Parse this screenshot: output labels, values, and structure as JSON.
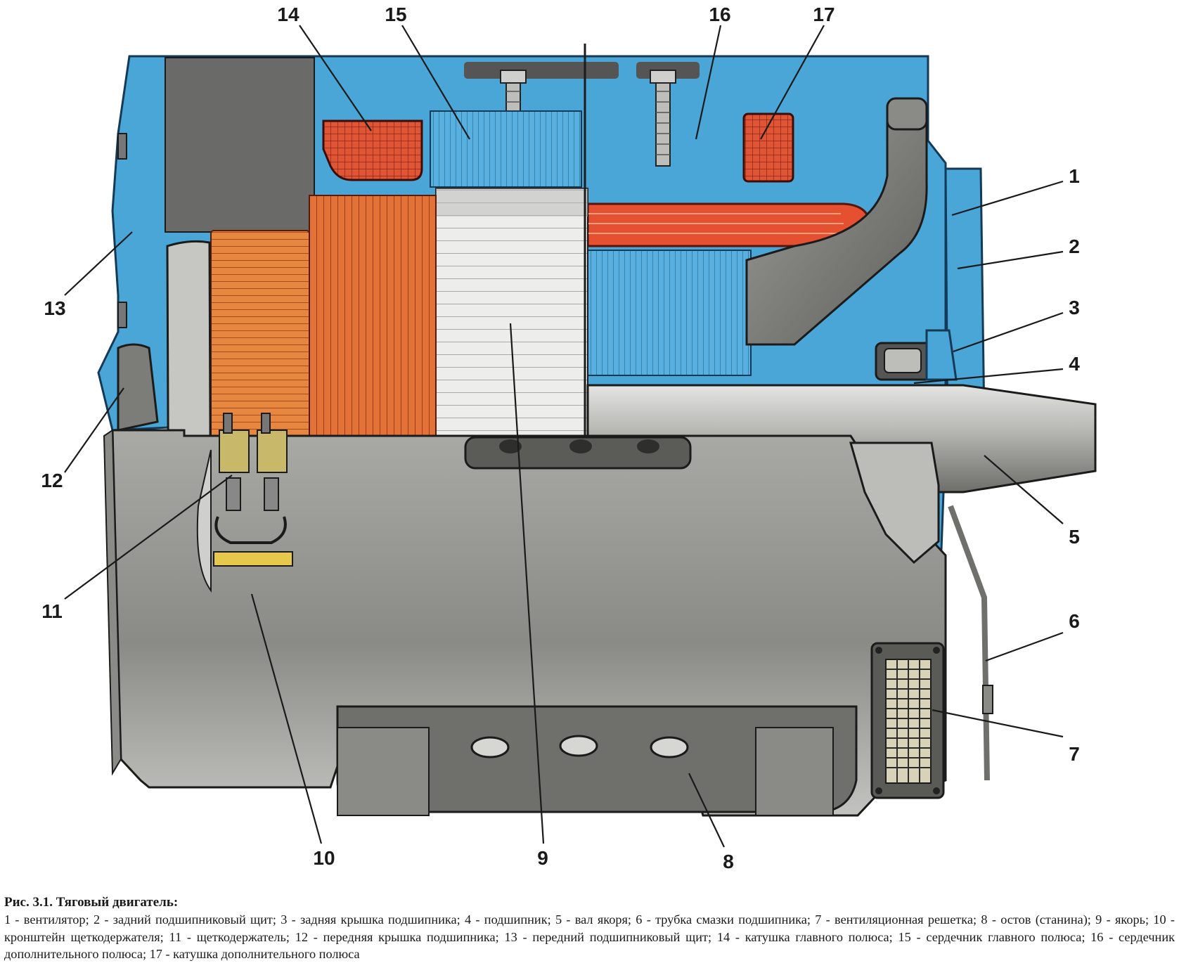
{
  "figure": {
    "callouts": [
      {
        "id": "1",
        "text": "1"
      },
      {
        "id": "2",
        "text": "2"
      },
      {
        "id": "3",
        "text": "3"
      },
      {
        "id": "4",
        "text": "4"
      },
      {
        "id": "5",
        "text": "5"
      },
      {
        "id": "6",
        "text": "6"
      },
      {
        "id": "7",
        "text": "7"
      },
      {
        "id": "8",
        "text": "8"
      },
      {
        "id": "9",
        "text": "9"
      },
      {
        "id": "10",
        "text": "10"
      },
      {
        "id": "11",
        "text": "11"
      },
      {
        "id": "12",
        "text": "12"
      },
      {
        "id": "13",
        "text": "13"
      },
      {
        "id": "14",
        "text": "14"
      },
      {
        "id": "15",
        "text": "15"
      },
      {
        "id": "16",
        "text": "16"
      },
      {
        "id": "17",
        "text": "17"
      }
    ],
    "colors": {
      "housing_blue": "#4aa6d6",
      "copper_orange": "#e06a30",
      "coil_red": "#d9432c",
      "steel_gray": "#a8a8a4",
      "laminations_white": "#e6e6e6"
    }
  },
  "caption": {
    "title": "Рис. 3.1. Тяговый двигатель:",
    "body": "1 - вентилятор; 2 - задний подшипниковый щит; 3 - задняя крышка подшипника; 4 - подшипник; 5 - вал якоря; 6 - трубка смазки подшипника; 7 - вентиляционная решетка; 8 - остов (станина); 9 - якорь; 10 - кронштейн щеткодержателя; 11 - щеткодержатель; 12 - передняя крышка подшипника; 13 - передний подшипниковый щит; 14 - катушка главного полюса; 15 - сердечник главного полюса; 16 - сердечник дополнительного полюса; 17 - катушка дополнительного полюса"
  }
}
